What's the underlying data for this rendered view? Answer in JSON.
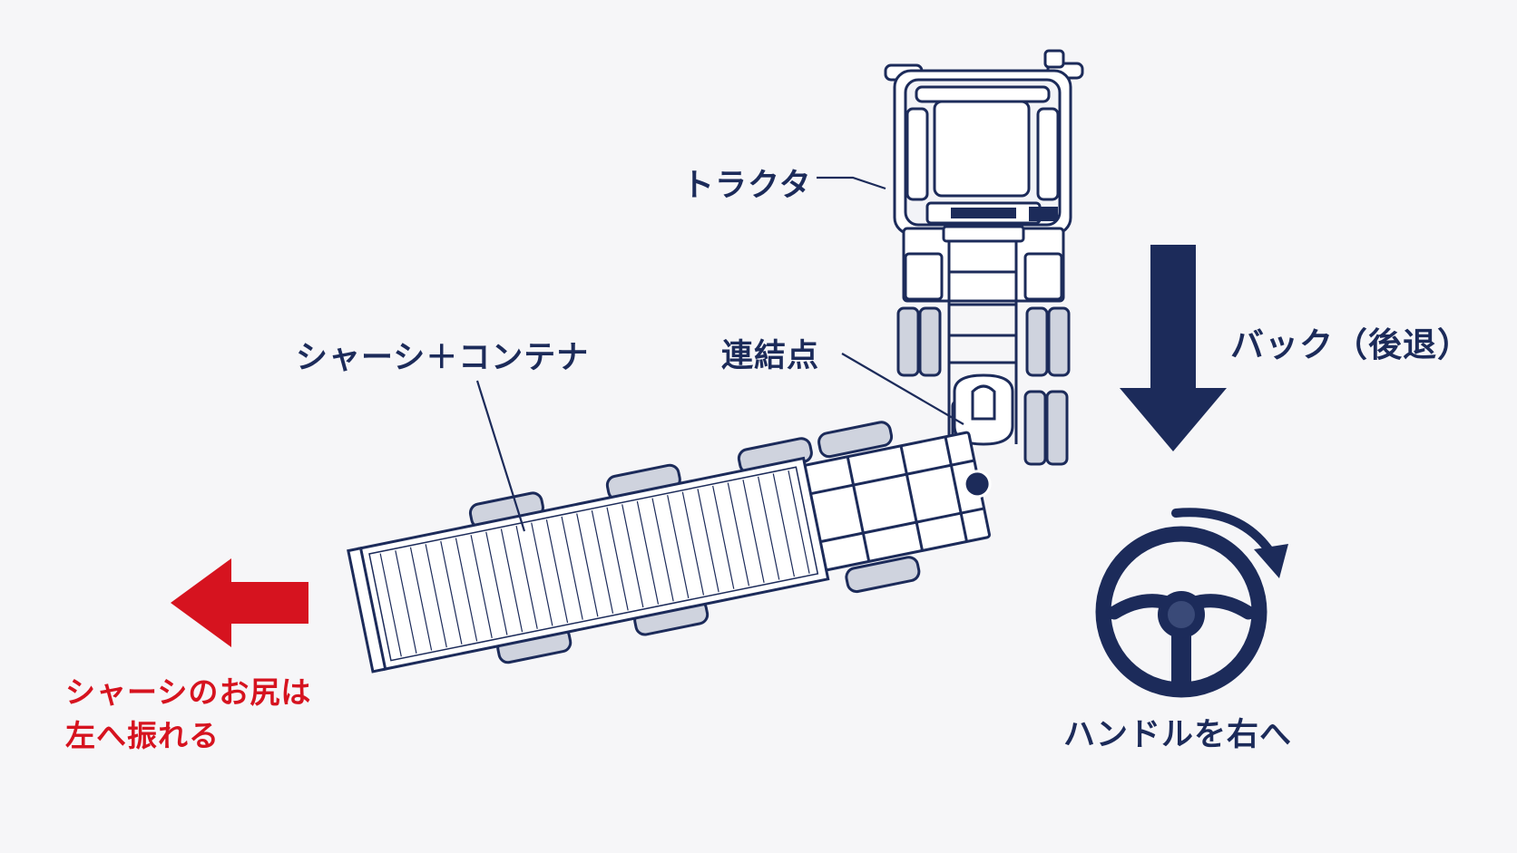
{
  "labels": {
    "tractor": "トラクタ",
    "chassis_container": "シャーシ＋コンテナ",
    "coupling_point": "連結点",
    "reverse": "バック（後退）",
    "steering": "ハンドルを右へ",
    "swing_line1": "シャーシのお尻は",
    "swing_line2": "左へ振れる"
  },
  "colors": {
    "navy": "#1c2b5a",
    "red": "#d6131f",
    "background": "#f6f6f8"
  },
  "icons": {
    "reverse_arrow": "arrow-down-icon",
    "swing_arrow": "arrow-left-icon",
    "steering_wheel": "steering-wheel-icon",
    "turn_arrow": "curved-arrow-right-icon"
  }
}
